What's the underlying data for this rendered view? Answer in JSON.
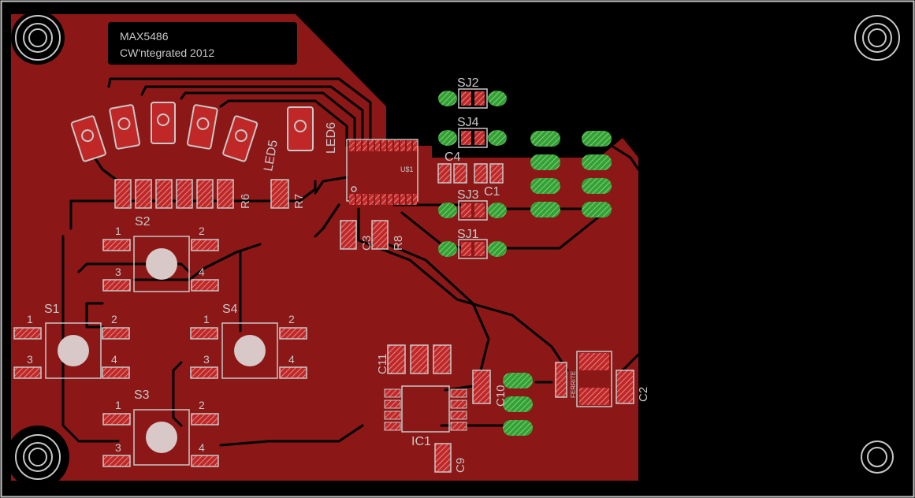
{
  "board": {
    "copper_color": "#8b1717",
    "background_color": "#000000",
    "silk_color": "#c8c8c8",
    "pad_color": "#33a233",
    "smd_color": "#c02828"
  },
  "title_block": {
    "line1": "MAX5486",
    "line2": "CW'ntegrated 2012"
  },
  "labels": {
    "sj2": "SJ2",
    "sj4": "SJ4",
    "sj3": "SJ3",
    "sj1": "SJ1",
    "c4": "C4",
    "c1": "C1",
    "c3": "C3",
    "r8": "R8",
    "r6": "R6",
    "r7": "R7",
    "led5": "LED5",
    "led6": "LED6",
    "s1": "S1",
    "s2": "S2",
    "s3": "S3",
    "s4": "S4",
    "u1": "U$1",
    "c11": "C11",
    "c10": "C10",
    "c9": "C9",
    "c2": "C2",
    "ic1": "IC1",
    "ferrite": "FERRITE"
  },
  "switch_pins": {
    "p1": "1",
    "p2": "2",
    "p3": "3",
    "p4": "4"
  }
}
